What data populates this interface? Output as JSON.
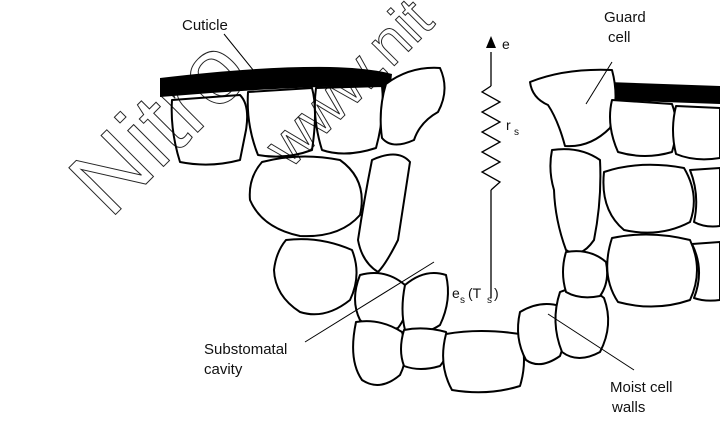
{
  "labels": {
    "cuticle": "Cuticle",
    "guard_cell_line1": "Guard",
    "guard_cell_line2": "cell",
    "substomatal_line1": "Substomatal",
    "substomatal_line2": "cavity",
    "moist_line1": "Moist cell",
    "moist_line2": "walls"
  },
  "symbols": {
    "e": "e",
    "r_main": "r",
    "r_sub": "s",
    "es_main": "e",
    "es_sub": "s",
    "es_open": "(T",
    "es_tsub": "s",
    "es_close": ")"
  },
  "watermark": {
    "text1": "Nitro",
    "text2": "www.nit"
  }
}
